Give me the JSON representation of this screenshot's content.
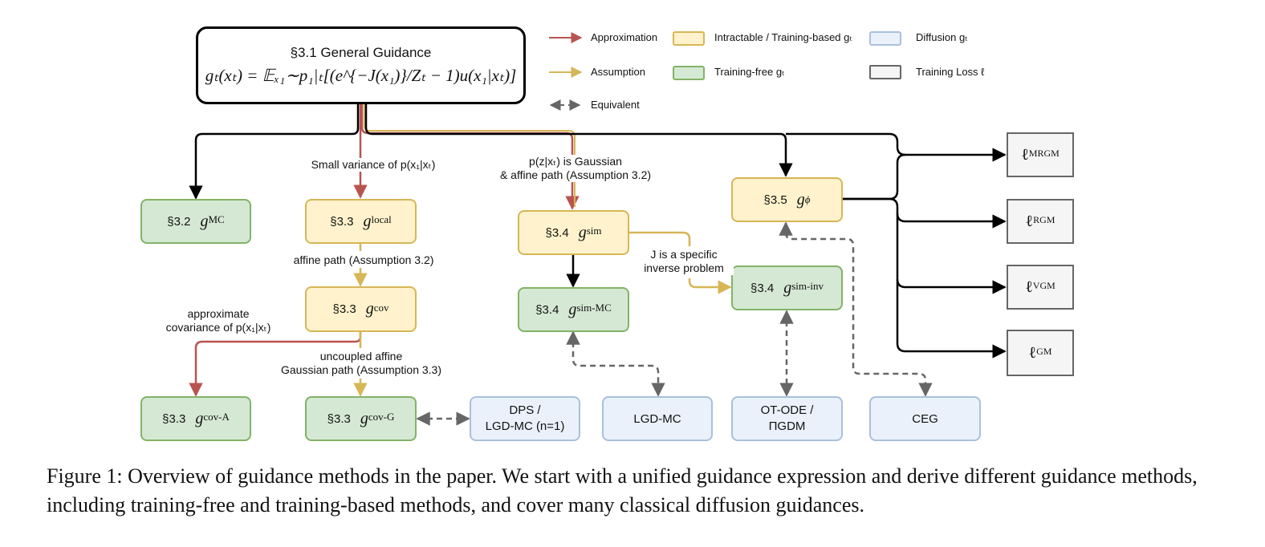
{
  "main": {
    "title": "§3.1 General Guidance",
    "equation": "gₜ(xₜ) = 𝔼ₓ₁∼p₁|ₜ[(e^{−J(x₁)}/Zₜ − 1)u(x₁|xₜ)]"
  },
  "legend": {
    "approximation": "Approximation",
    "assumption": "Assumption",
    "equivalent": "Equivalent",
    "intractable": "Intractable / Training-based gₜ",
    "training_free": "Training-free gₜ",
    "diffusion": "Diffusion gₜ",
    "training_loss": "Training Loss ℓ",
    "colors": {
      "approximation": "#b85450",
      "assumption": "#d6b656",
      "equivalent": "#666666",
      "intractable_fill": "#fff2cc",
      "training_free_fill": "#d5e8d4",
      "diffusion_fill": "#eaf1fb",
      "loss_fill": "#f5f5f5"
    }
  },
  "nodes": {
    "mc": {
      "sec": "§3.2",
      "sym": "g",
      "sup": "MC"
    },
    "local": {
      "sec": "§3.3",
      "sym": "g",
      "sup": "local"
    },
    "cov": {
      "sec": "§3.3",
      "sym": "g",
      "sup": "cov"
    },
    "cova": {
      "sec": "§3.3",
      "sym": "g",
      "sup": "cov-A"
    },
    "covg": {
      "sec": "§3.3",
      "sym": "g",
      "sup": "cov-G"
    },
    "sim": {
      "sec": "§3.4",
      "sym": "g",
      "sup": "sim"
    },
    "simmc": {
      "sec": "§3.4",
      "sym": "g",
      "sup": "sim-MC"
    },
    "siminv": {
      "sec": "§3.4",
      "sym": "g",
      "sup": "sim-inv"
    },
    "phi": {
      "sec": "§3.5",
      "sym": "g",
      "sub": "ϕ"
    },
    "dps": {
      "text": "DPS /\nLGD-MC (n=1)"
    },
    "lgdmc": {
      "text": "LGD-MC"
    },
    "otode": {
      "text": "OT-ODE /\nΠGDM"
    },
    "ceg": {
      "text": "CEG"
    },
    "loss_mrgm": {
      "sym": "ℓ",
      "sup": "MRGM"
    },
    "loss_rgm": {
      "sym": "ℓ",
      "sup": "RGM"
    },
    "loss_vgm": {
      "sym": "ℓ",
      "sup": "VGM"
    },
    "loss_gm": {
      "sym": "ℓ",
      "sup": "GM"
    }
  },
  "edge_labels": {
    "small_variance": "Small variance of p(x₁|xₜ)",
    "affine_path": "affine path (Assumption 3.2)",
    "approx_cov": "approximate\ncovariance of p(x₁|xₜ)",
    "uncoupled": "uncoupled affine\nGaussian path (Assumption 3.3)",
    "gaussian": "p(z|xₜ) is Gaussian\n& affine path (Assumption 3.2)",
    "inverse": "J is a specific\ninverse problem"
  },
  "caption": "Figure 1: Overview of guidance methods in the paper. We start with a unified guidance expression and derive different guidance methods, including training-free and training-based methods, and cover many classical diffusion guidances."
}
